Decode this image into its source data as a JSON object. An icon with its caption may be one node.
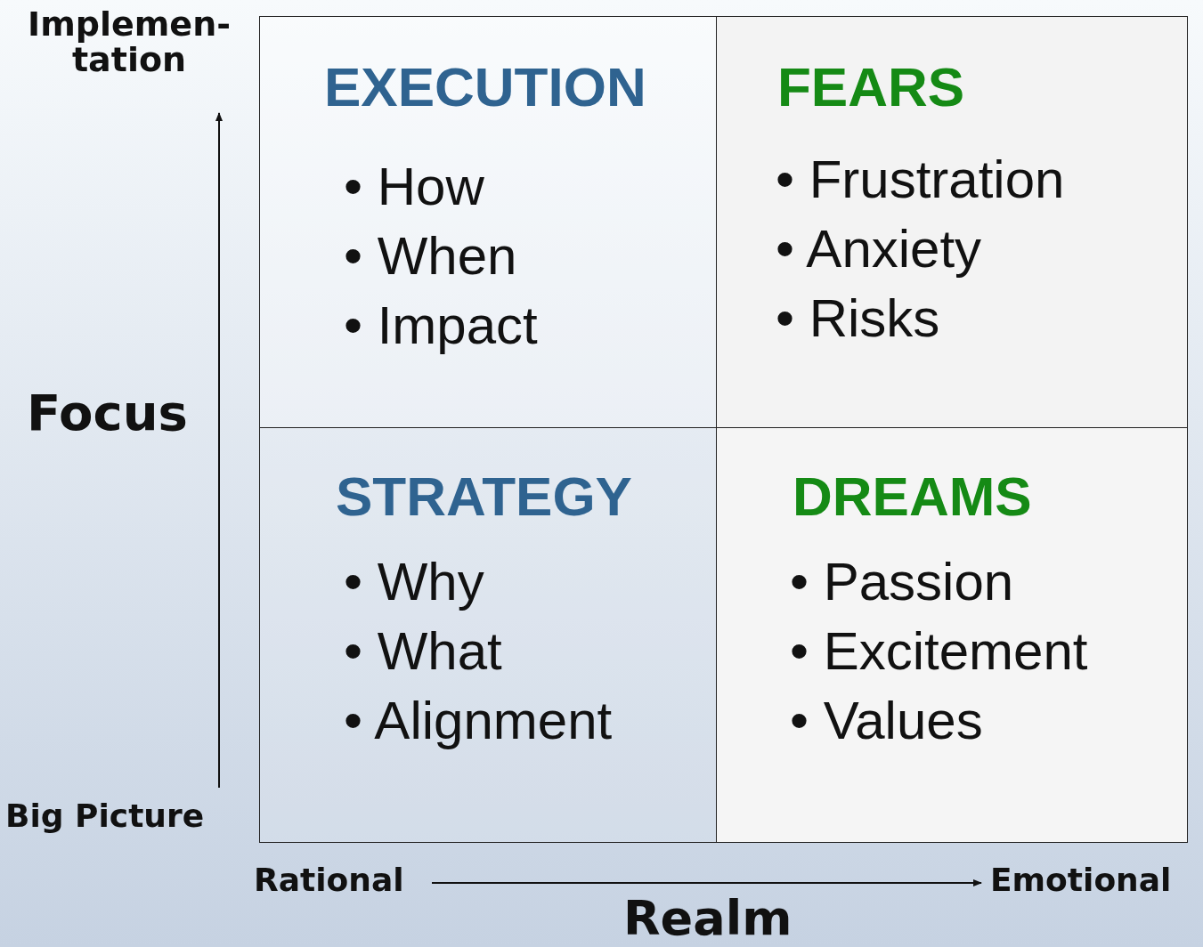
{
  "diagram": {
    "nodes": [
      {
        "text": [
          "EXECUTION",
          "• How",
          "• When",
          "• Impact"
        ]
      },
      {
        "text": [
          "FEARS",
          "• Frustration",
          "• Anxiety",
          "• Risks"
        ]
      },
      {
        "text": [
          "STRATEGY",
          "• Why",
          "• What",
          "• Alignment"
        ]
      },
      {
        "text": [
          "DREAMS",
          "• Passion",
          "• Excitement",
          "• Values"
        ]
      }
    ],
    "labels": [
      "Implemen- tation",
      "Focus",
      "Big Picture",
      "Rational",
      "Emotional",
      "Realm"
    ]
  }
}
